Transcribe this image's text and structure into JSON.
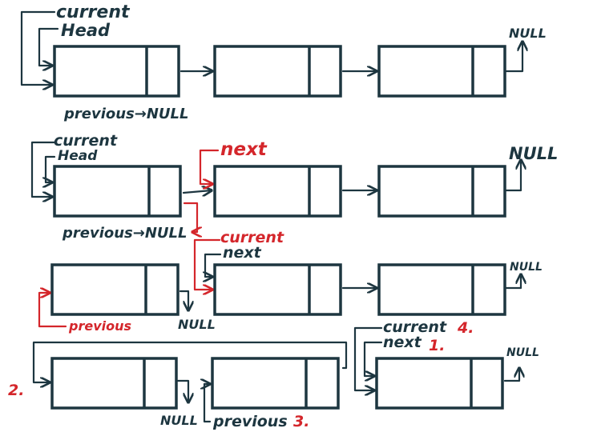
{
  "colors": {
    "ink": "#1d3640",
    "accent": "#d4262b",
    "background": "#ffffff"
  },
  "row1": {
    "current": "current",
    "head": "Head",
    "previous_null": "previous→NULL",
    "null": "NULL"
  },
  "row2": {
    "current": "current",
    "head": "Head",
    "next": "next",
    "previous_null": "previous→NULL",
    "null": "NULL"
  },
  "row3": {
    "current": "current",
    "next": "next",
    "previous": "previous",
    "null_bottom": "NULL",
    "null": "NULL"
  },
  "row4": {
    "step2": "2.",
    "null_bottom": "NULL",
    "previous": "previous",
    "step3": "3.",
    "current": "current",
    "step4": "4.",
    "next": "next",
    "step1": "1.",
    "null": "NULL"
  }
}
